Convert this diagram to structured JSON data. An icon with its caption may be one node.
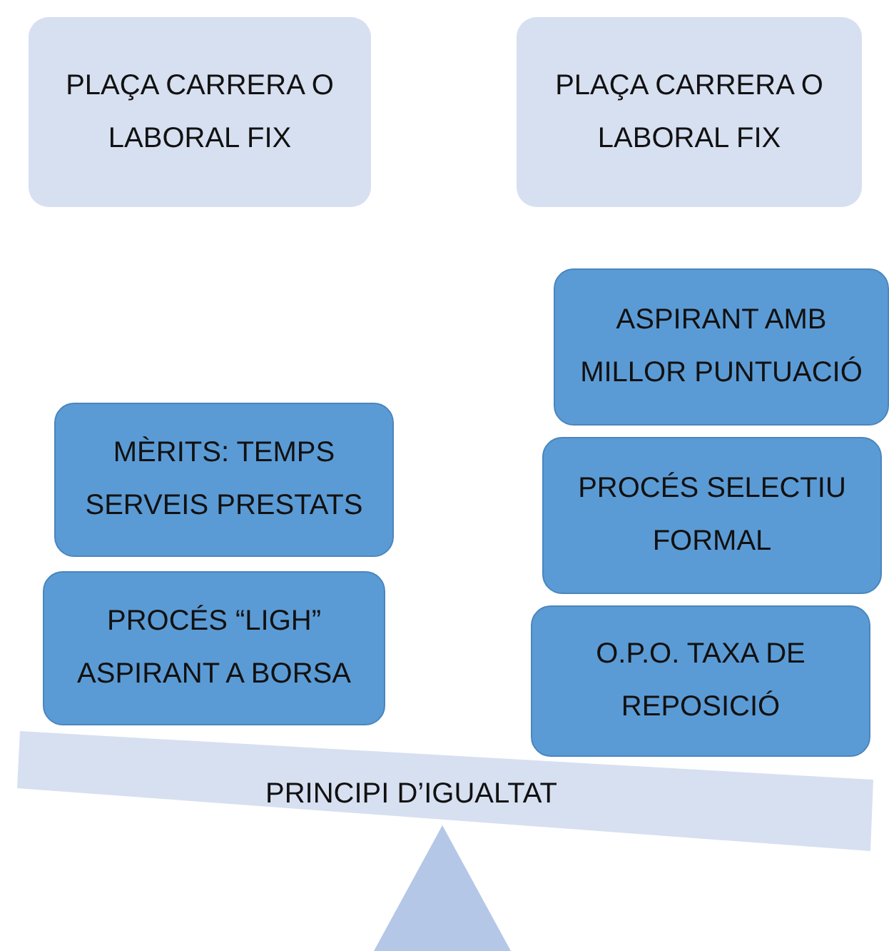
{
  "diagram": {
    "nodes": [
      {
        "text": [
          "PLAÇA CARRERA O LABORAL FIX"
        ]
      },
      {
        "text": [
          "PLAÇA CARRERA O LABORAL FIX"
        ]
      },
      {
        "text": [
          "ASPIRANT AMB MILLOR PUNTUACIÓ"
        ]
      },
      {
        "text": [
          "MÈRITS: TEMPS SERVEIS PRESTATS"
        ]
      },
      {
        "text": [
          "PROCÉS SELECTIU FORMAL"
        ]
      },
      {
        "text": [
          "PROCÉS “LIGH” ASPIRANT A BORSA"
        ]
      },
      {
        "text": [
          "O.P.O. TAXA DE REPOSICIÓ"
        ]
      },
      {
        "text": [
          "PRINCIPI D’IGUALTAT"
        ]
      }
    ],
    "edges": []
  }
}
